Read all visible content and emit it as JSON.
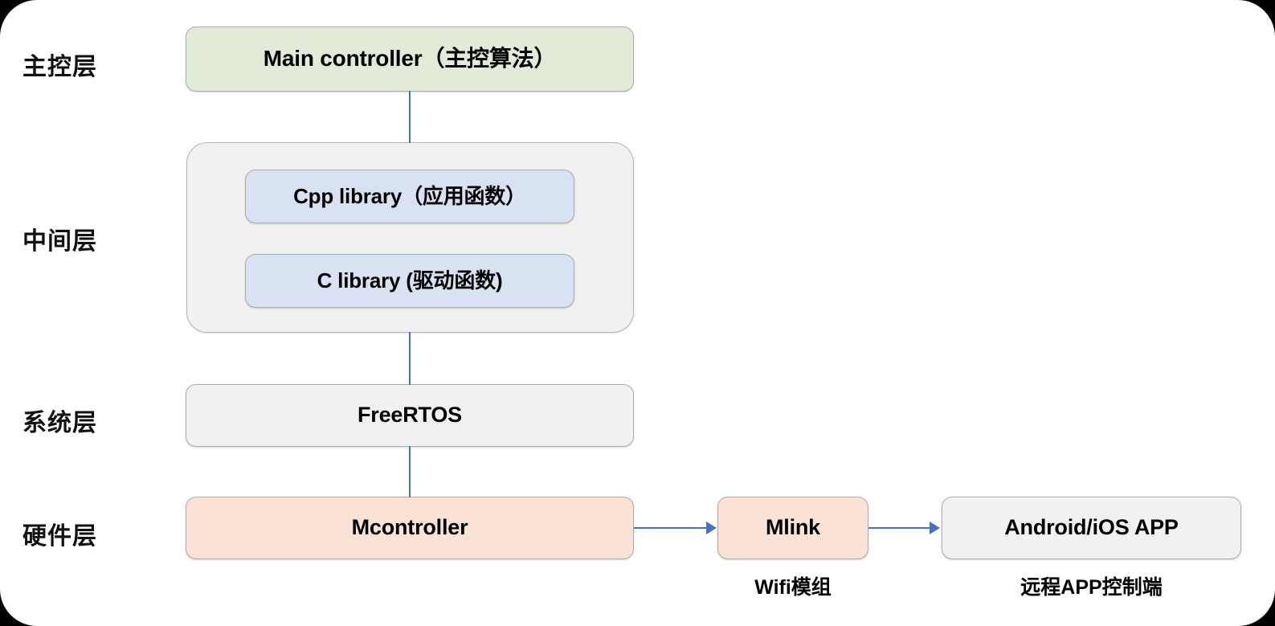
{
  "card": {
    "background_color": "#ffffff",
    "page_background_color": "#000000"
  },
  "layers": [
    {
      "label": "主控层"
    },
    {
      "label": "中间层"
    },
    {
      "label": "系统层"
    },
    {
      "label": "硬件层"
    }
  ],
  "nodes": {
    "main_controller": {
      "label": "Main controller（主控算法）",
      "color": "#e2ebd8"
    },
    "middleware_group": {
      "color": "#f1f1f1"
    },
    "cpp_library": {
      "label": "Cpp library（应用函数）",
      "color": "#d9e2f3"
    },
    "c_library": {
      "label": "C library (驱动函数)",
      "color": "#d9e2f3"
    },
    "freertos": {
      "label": "FreeRTOS",
      "color": "#f1f1f1"
    },
    "mcontroller": {
      "label": "Mcontroller",
      "color": "#fae2d5"
    },
    "mlink": {
      "label": "Mlink",
      "color": "#fae2d5",
      "caption": "Wifi模组"
    },
    "app": {
      "label": "Android/iOS APP",
      "color": "#f1f1f1",
      "caption": "远程APP控制端"
    }
  },
  "connectors": {
    "color": "#4472c4"
  }
}
